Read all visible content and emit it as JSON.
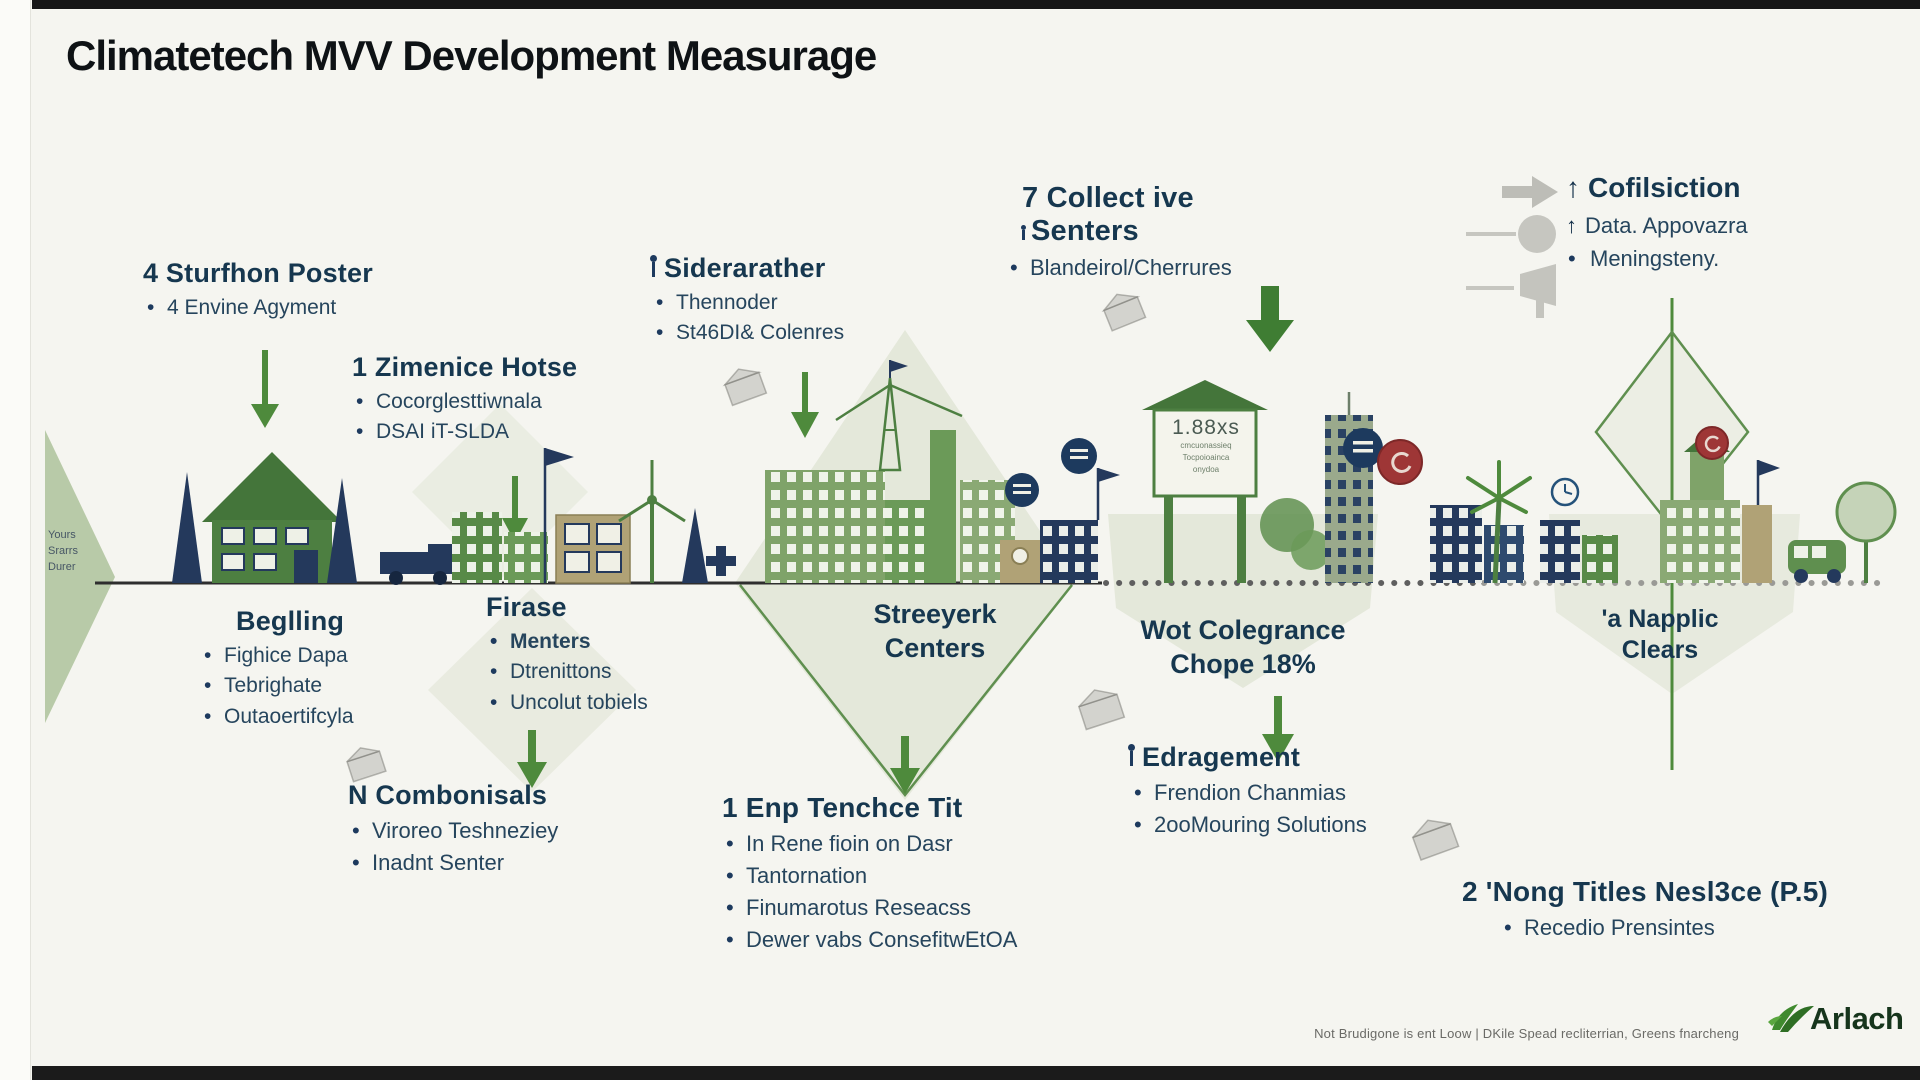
{
  "title": "Climatetech MVV Development Measurage",
  "left_flag": {
    "line1": "Yours",
    "line2": "Srarrs",
    "line3": "Durer"
  },
  "blocks": {
    "sturfhon": {
      "title": "4 Sturfhon Poster",
      "items": [
        "4 Envine Agyment"
      ]
    },
    "zimenice": {
      "title": "1 Zimenice Hotse",
      "items": [
        "Cocorglesttiwnala",
        "DSAI iT-SLDA"
      ]
    },
    "siderarather": {
      "title": "Siderarather",
      "items": [
        "Thennoder",
        "St46DI& Colenres"
      ]
    },
    "collective": {
      "title_line1": "7 Collect ive",
      "title_line2": "Senters",
      "items": [
        "Blandeirol/Cherrures"
      ]
    },
    "cofilsiction": {
      "title": "Cofilsiction",
      "items": [
        "Data. Appovazra",
        "Meningsteny."
      ]
    },
    "beglling": {
      "title": "Beglling",
      "items": [
        "Fighice Dapa",
        "Tebrighate",
        "Outaoertifcyla"
      ]
    },
    "firase": {
      "title": "Firase",
      "items": [
        "Menters",
        "Dtrenittons",
        "Uncolut tobiels"
      ]
    },
    "streeyerk": {
      "line1": "Streeyerk",
      "line2": "Centers"
    },
    "wot": {
      "line1": "Wot Colegrance",
      "line2": "Chope 18%"
    },
    "napplic": {
      "line1": "'a Napplic",
      "line2": "Clears"
    },
    "combonisals": {
      "title": "N Combonisals",
      "items": [
        "Viroreo Teshneziey",
        "Inadnt Senter"
      ]
    },
    "enp": {
      "title": "1 Enp Tenchce Tit",
      "items": [
        "In Rene fioin on Dasr",
        "Tantornation",
        "Finumarotus Reseacss",
        "Dewer vabs ConsefitwEtOA"
      ]
    },
    "edragement": {
      "title": "Edragement",
      "items": [
        "Frendion Chanmias",
        "2ooMouring Solutions"
      ]
    },
    "nong": {
      "title": "2 'Nong Titles Nesl3ce (P.5)",
      "items": [
        "Recedio Prensintes"
      ]
    }
  },
  "sign": {
    "line1": "1.88xs",
    "line2": "cmcuonassieq",
    "line3": "Tocpoioainca",
    "line4": "onydoa"
  },
  "footer": {
    "logo_text": "Arlach",
    "note": "Not Brudigone is ent Loow | DKile Spead recliterrian, Greens fnarcheng"
  },
  "colors": {
    "accent_green": "#4e8a3c",
    "dark_green": "#3f7d33",
    "navy": "#1d3a5e",
    "heading_navy": "#16374f",
    "badge_red": "#9e3636",
    "light_green_fill": "rgba(160,180,130,0.2)"
  }
}
